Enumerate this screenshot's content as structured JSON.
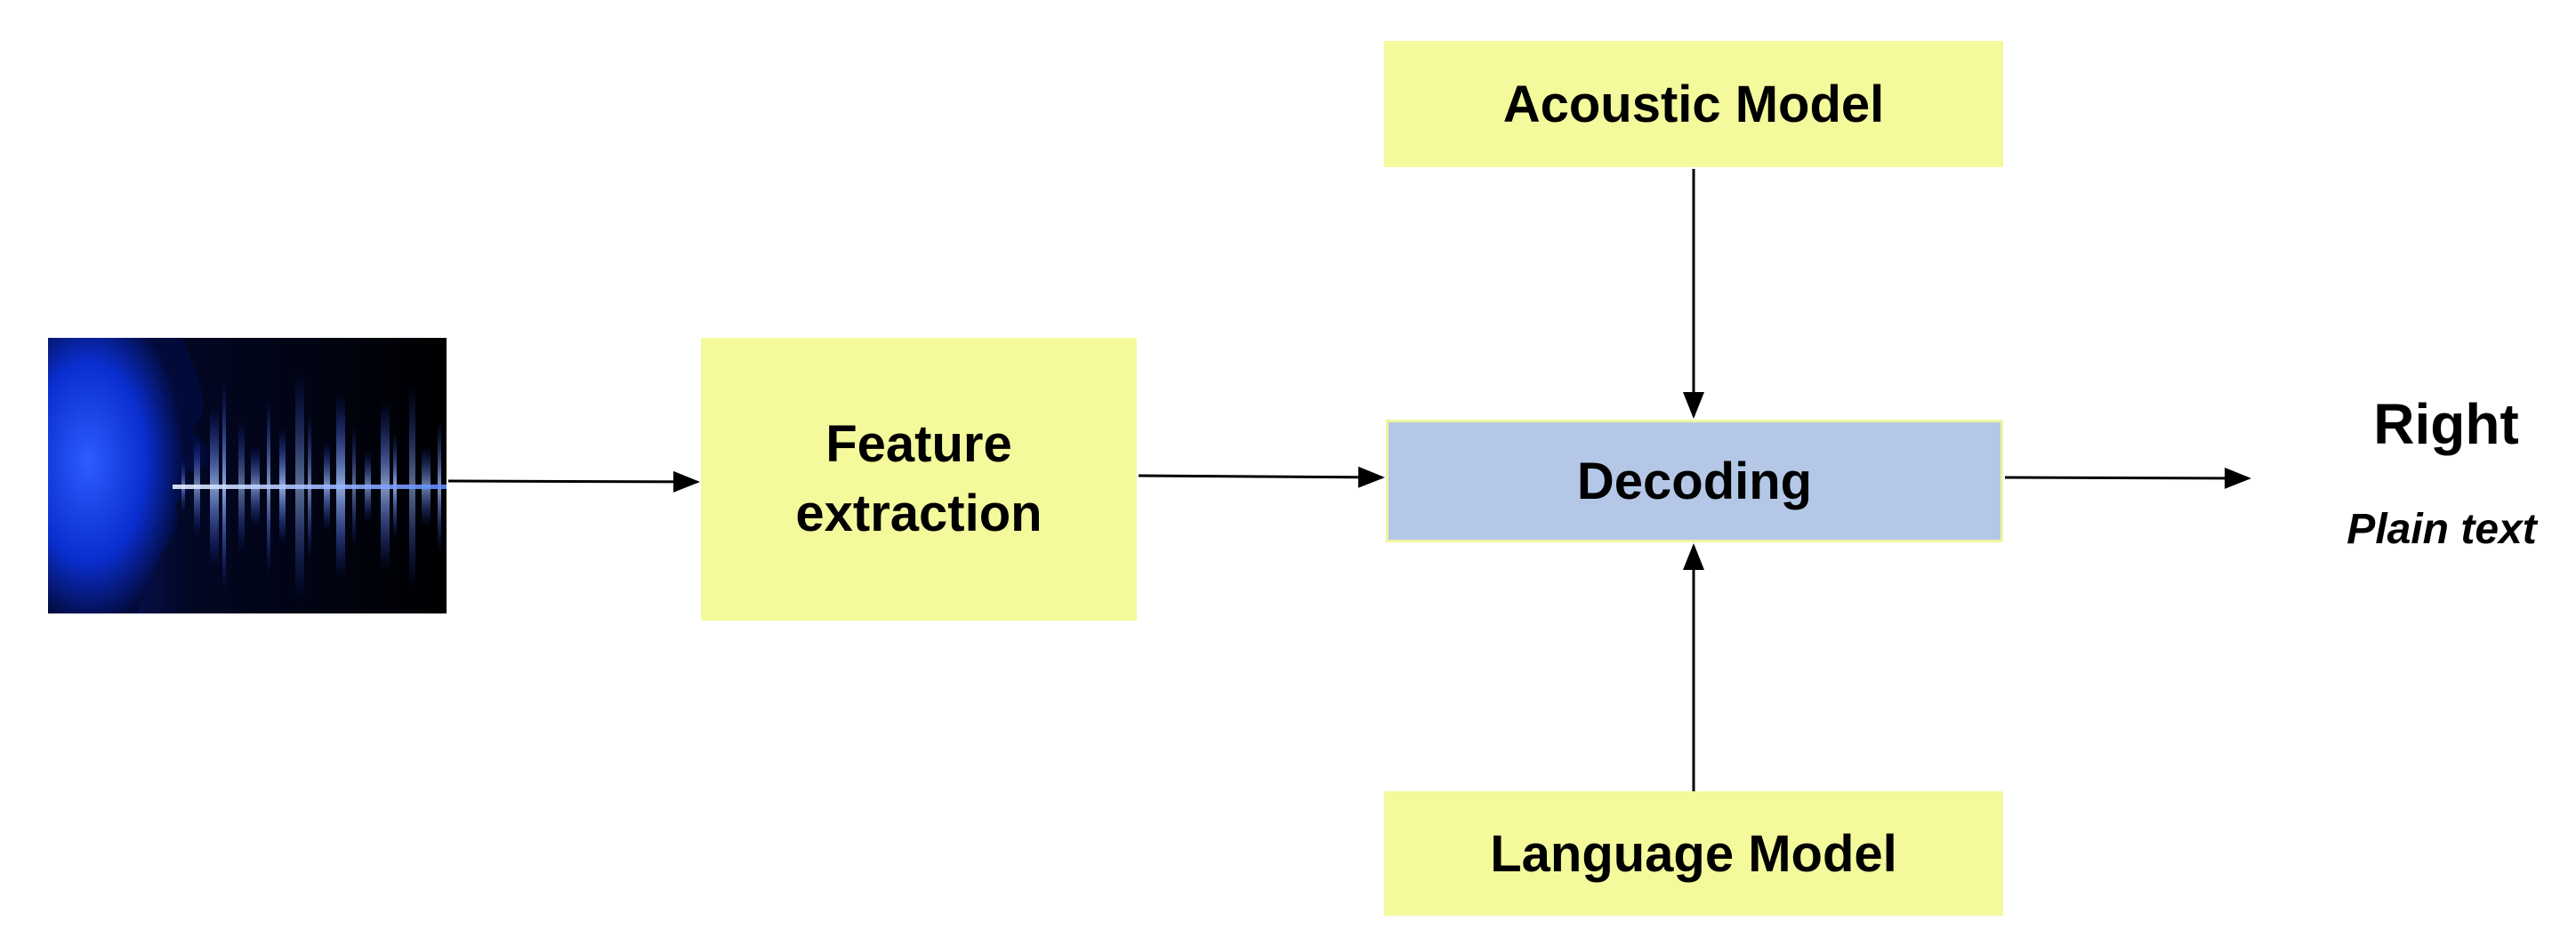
{
  "nodes": {
    "acoustic_model": "Acoustic Model",
    "feature_extraction_line1": "Feature",
    "feature_extraction_line2": "extraction",
    "decoding": "Decoding",
    "language_model": "Language Model"
  },
  "output": {
    "title": "Right",
    "subtitle": "Plain text"
  },
  "colors": {
    "box_fill": "#f4f99c",
    "decoding_fill": "#b4c7e7",
    "arrow": "#000000",
    "waveform": "#3b6dff"
  },
  "icons": {
    "input_image": "speech-waveform-face-icon"
  }
}
